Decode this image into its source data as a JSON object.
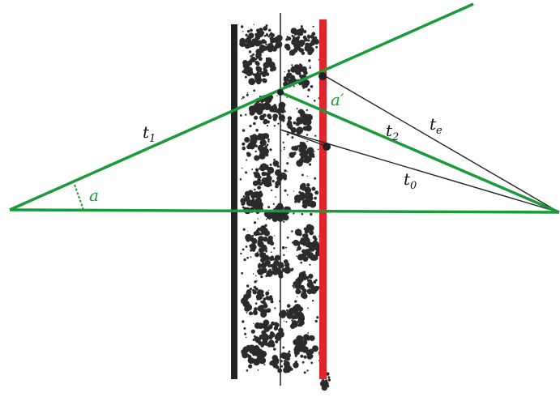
{
  "colors": {
    "background": "#ffffff",
    "green_lines": "#1a9a3a",
    "red_bar": "#e0252e",
    "black_lines": "#222222",
    "blob": "#2b2b2b",
    "green_label": "#1a9a3a",
    "black_label": "#111111"
  },
  "labels": {
    "t1": {
      "base": "t",
      "sub": "1"
    },
    "t2": {
      "base": "t",
      "sub": "2"
    },
    "te": {
      "base": "t",
      "sub": "e"
    },
    "t0": {
      "base": "t",
      "sub": "0"
    },
    "a": "a",
    "a_prime": "a′"
  }
}
